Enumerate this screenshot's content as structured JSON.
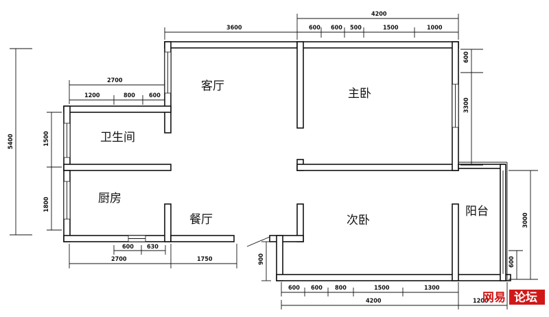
{
  "rooms": {
    "living": "客厅",
    "master_bedroom": "主卧",
    "bathroom": "卫生间",
    "kitchen": "厨房",
    "dining": "餐厅",
    "second_bedroom": "次卧",
    "balcony": "阳台"
  },
  "dimensions": {
    "top_overall": "4200",
    "top_living": "3600",
    "top_seg1": "600",
    "top_seg2": "600",
    "top_seg3": "500",
    "top_seg4": "1500",
    "top_seg5": "1000",
    "left_overall": "5400",
    "left_upper_overall": "2700",
    "left_upper_seg1": "1200",
    "left_upper_seg2": "800",
    "left_upper_seg3": "600",
    "left_bath": "1500",
    "left_kitchen": "1800",
    "right_top": "600",
    "right_master": "3300",
    "right_balcony": "3000",
    "right_balcony_low": "600",
    "bottom_kitchen_seg1": "600",
    "bottom_kitchen_seg2": "630",
    "bottom_left_overall": "2700",
    "bottom_dining": "1750",
    "bottom_entry": "900",
    "bottom_seg1": "600",
    "bottom_seg2": "600",
    "bottom_seg3": "800",
    "bottom_seg4": "1500",
    "bottom_seg5": "1300",
    "bottom_overall": "4200",
    "bottom_balcony": "1200"
  },
  "watermark": {
    "part1": "网易",
    "part2": "论坛"
  },
  "colors": {
    "watermark_red": "#d01818",
    "lines": "#111111"
  }
}
